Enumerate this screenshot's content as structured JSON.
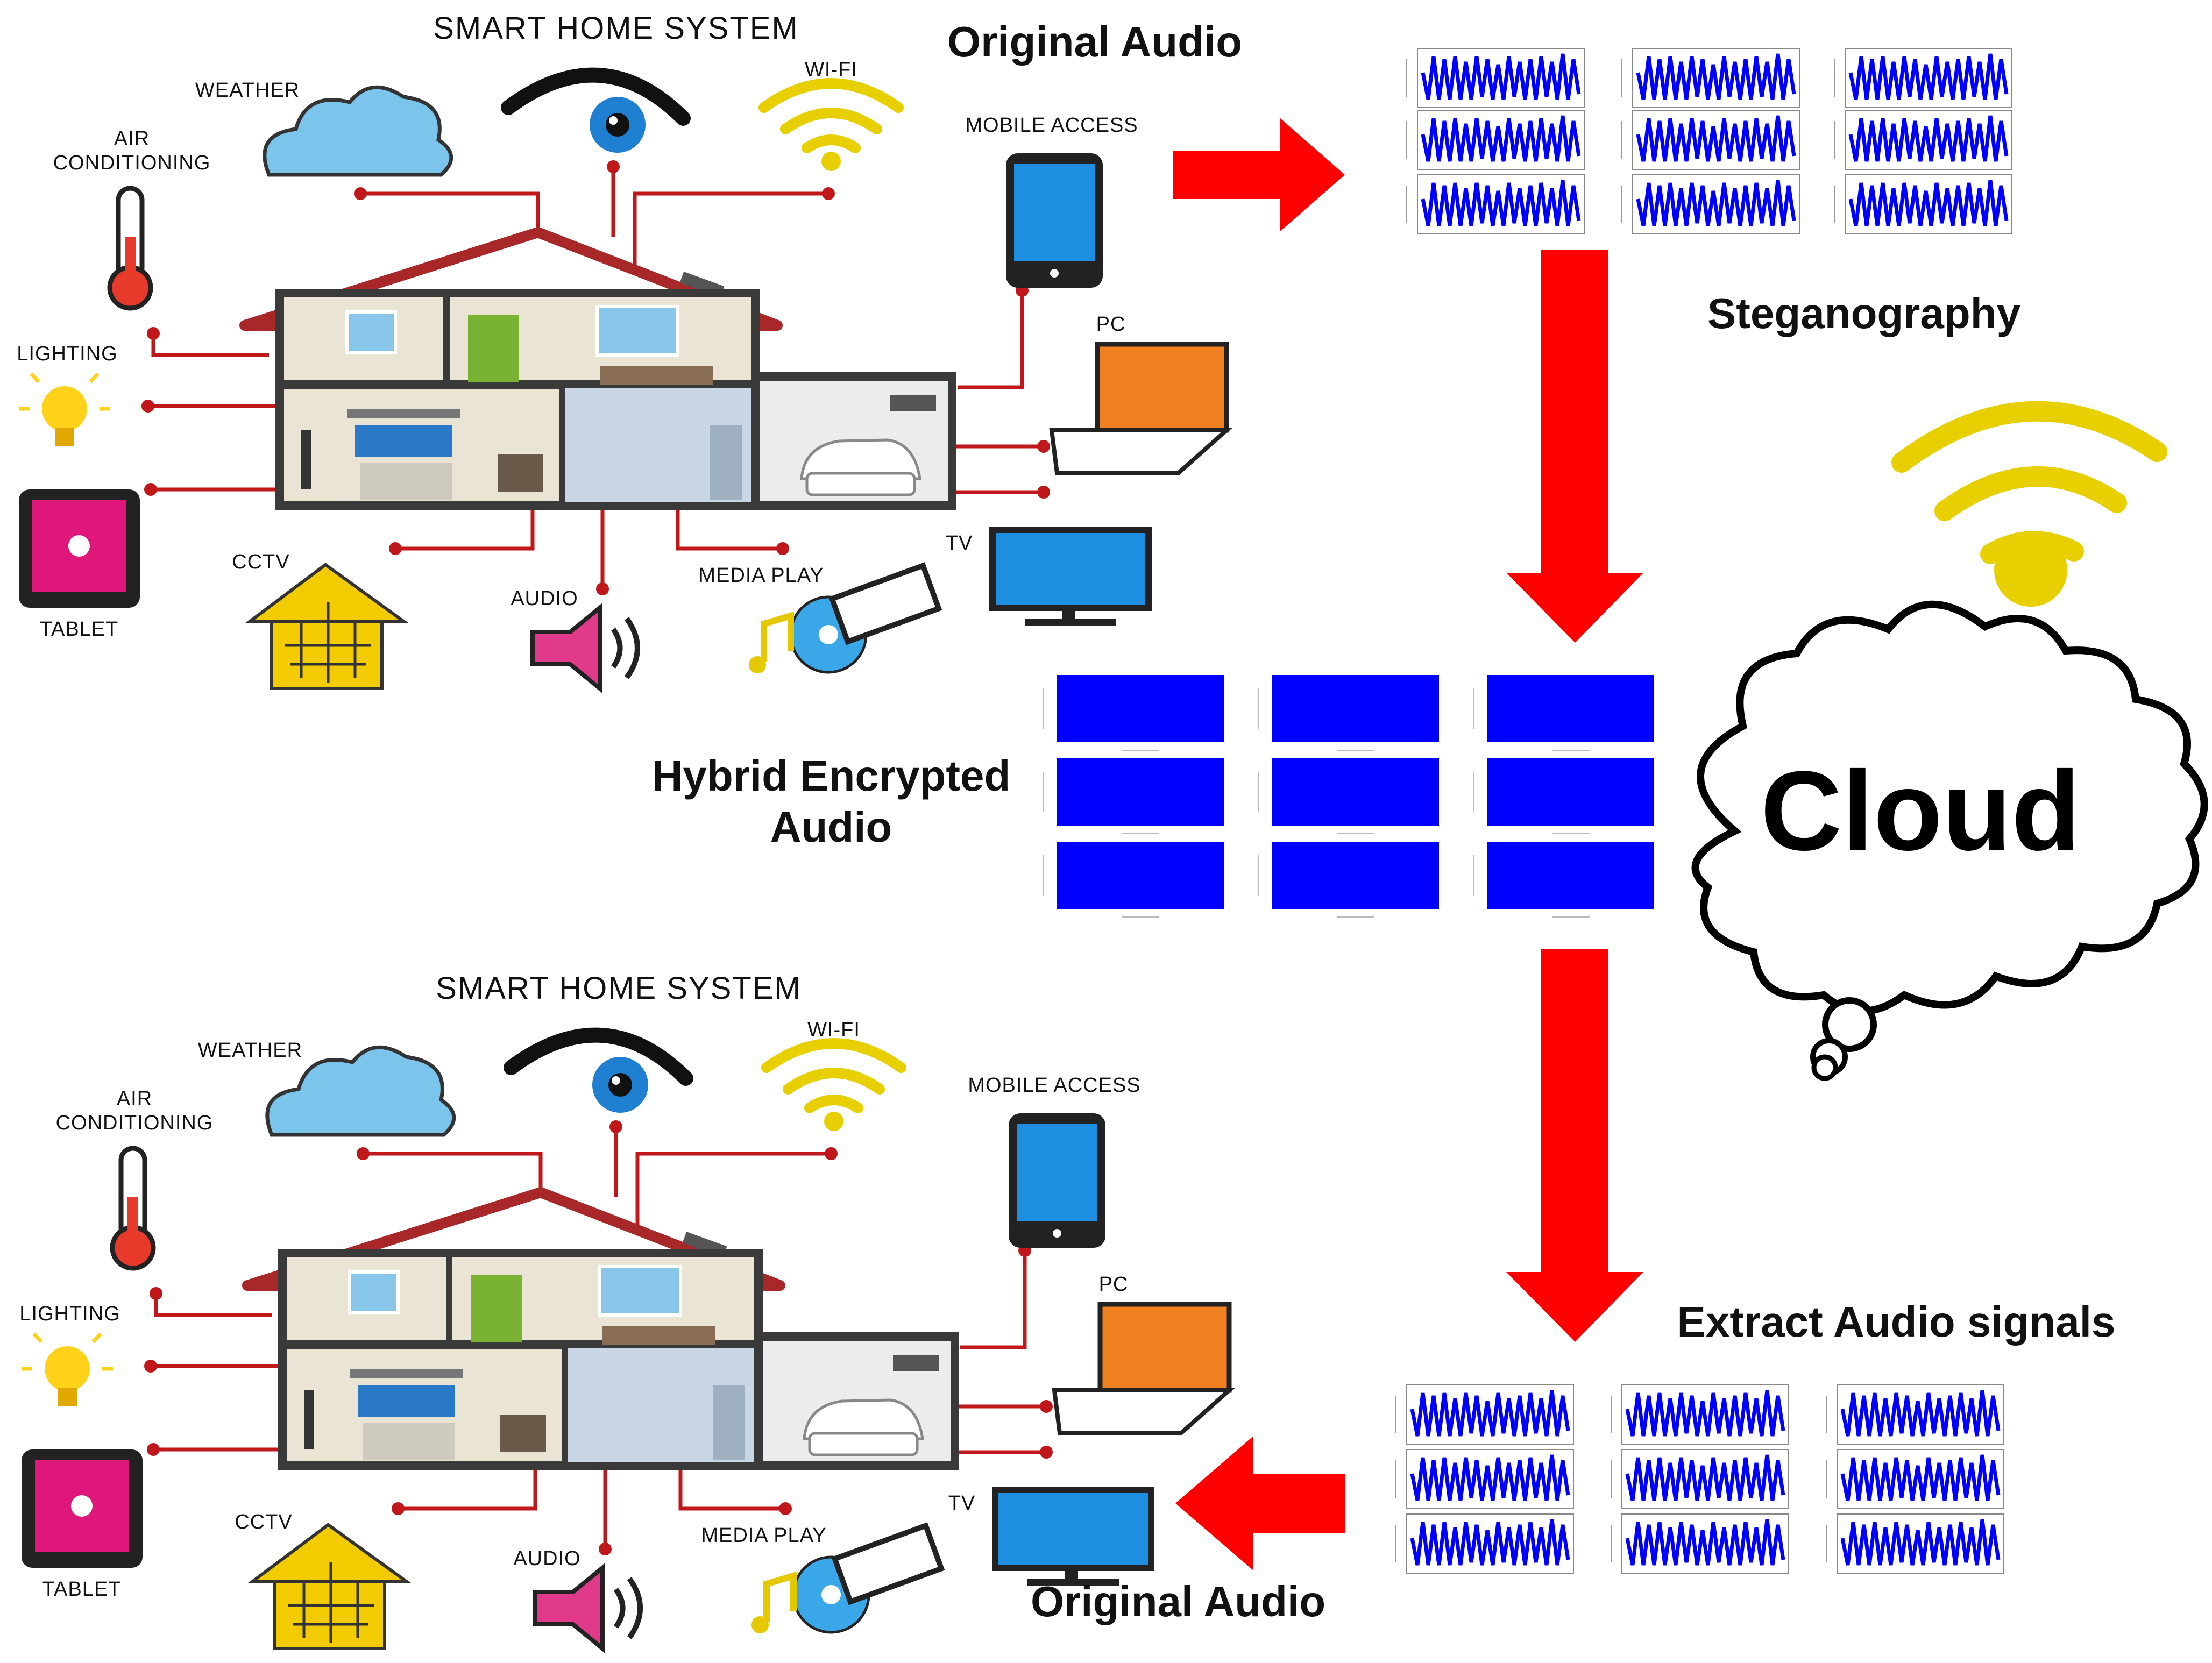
{
  "homes": [
    {
      "title": "SMART HOME SYSTEM",
      "labels": {
        "weather": "WEATHER",
        "wifi": "WI-FI",
        "ac_line1": "AIR",
        "ac_line2": "CONDITIONING",
        "lighting": "LIGHTING",
        "tablet": "TABLET",
        "cctv": "CCTV",
        "audio": "AUDIO",
        "media": "MEDIA PLAY",
        "mobile": "MOBILE ACCESS",
        "pc": "PC",
        "tv": "TV"
      }
    },
    {
      "title": "SMART HOME SYSTEM",
      "labels": {
        "weather": "WEATHER",
        "wifi": "WI-FI",
        "ac_line1": "AIR",
        "ac_line2": "CONDITIONING",
        "lighting": "LIGHTING",
        "tablet": "TABLET",
        "cctv": "CCTV",
        "audio": "AUDIO",
        "media": "MEDIA PLAY",
        "mobile": "MOBILE ACCESS",
        "pc": "PC",
        "tv": "TV"
      }
    }
  ],
  "flow": {
    "original_audio_top": "Original Audio",
    "steganography": "Steganography",
    "hybrid_line1": "Hybrid Encrypted",
    "hybrid_line2": "Audio",
    "cloud": "Cloud",
    "extract": "Extract Audio signals",
    "original_audio_bottom": "Original Audio"
  },
  "colors": {
    "arrow": "#ff0000",
    "wire": "#c0181a",
    "waveform": "#0000ff",
    "wifi": "#e8d000",
    "roof": "#a8282a"
  }
}
